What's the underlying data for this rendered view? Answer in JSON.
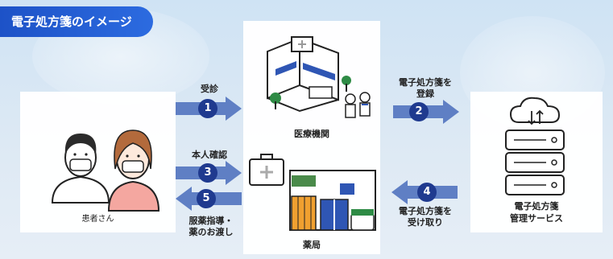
{
  "title": "電子処方箋のイメージ",
  "nodes": {
    "patient": "患者さん",
    "hospital": "医療機関",
    "pharmacy": "薬局",
    "service": [
      "電子処方箋",
      "管理サービス"
    ]
  },
  "steps": [
    {
      "number": "1",
      "label": [
        "受診"
      ]
    },
    {
      "number": "2",
      "label": [
        "電子処方箋を",
        "登録"
      ]
    },
    {
      "number": "3",
      "label": [
        "本人確認"
      ]
    },
    {
      "number": "4",
      "label": [
        "電子処方箋を",
        "受け取り"
      ]
    },
    {
      "number": "5",
      "label": [
        "服薬指導・",
        "薬のお渡し"
      ]
    }
  ],
  "colors": {
    "accent": "#1d52c7",
    "badge": "#1f3a8f",
    "arrow": "#5f7fc4"
  }
}
